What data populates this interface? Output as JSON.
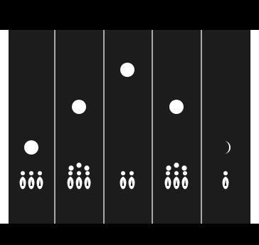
{
  "game": {
    "colors": {
      "frame": "#000000",
      "board": "#1c1c1c",
      "divider": "#a9a9a9",
      "piece": "#ffffff",
      "background": "#ffffff"
    },
    "lanes": [
      {
        "moon_phase": "full",
        "moon_height": 0.57,
        "pin_count": 3
      },
      {
        "moon_phase": "full",
        "moon_height": 0.78,
        "pin_count": 6
      },
      {
        "moon_phase": "full",
        "moon_height": 0.97,
        "pin_count": 2
      },
      {
        "moon_phase": "full",
        "moon_height": 0.78,
        "pin_count": 6
      },
      {
        "moon_phase": "crescent",
        "moon_height": 0.57,
        "pin_count": 1
      }
    ],
    "icons": {
      "moon": "moon-icon",
      "crescent": "crescent-moon-icon",
      "pin": "bowling-pin-icon"
    }
  }
}
